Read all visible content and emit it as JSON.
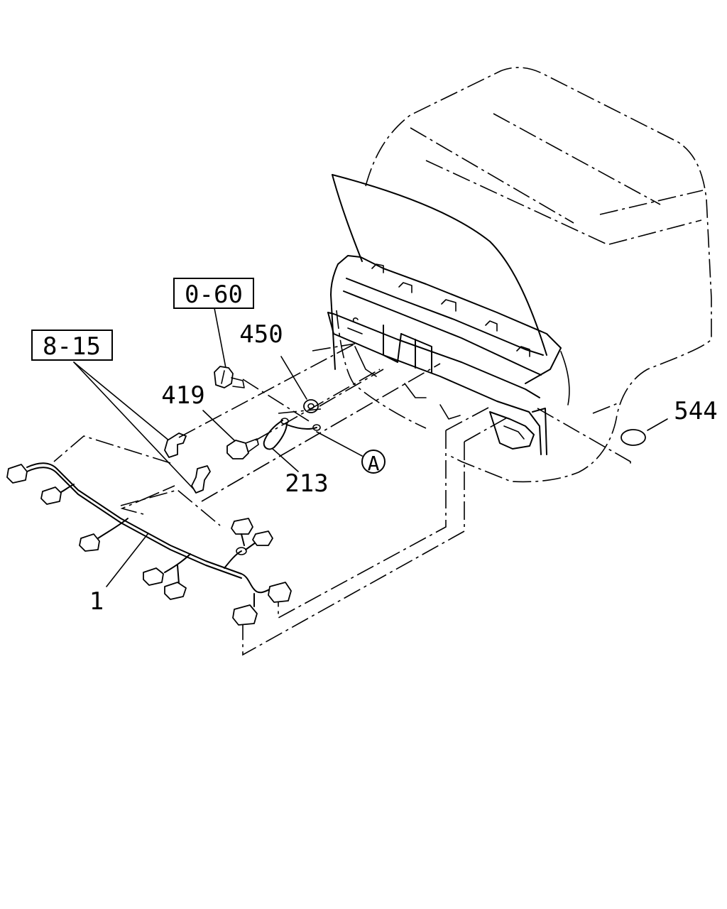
{
  "diagram": {
    "callouts": {
      "ref_upper": "0-60",
      "ref_lower": "8-15",
      "part_450": "450",
      "part_419": "419",
      "part_213": "213",
      "part_544": "544",
      "part_1": "1",
      "view_marker": "A"
    }
  }
}
